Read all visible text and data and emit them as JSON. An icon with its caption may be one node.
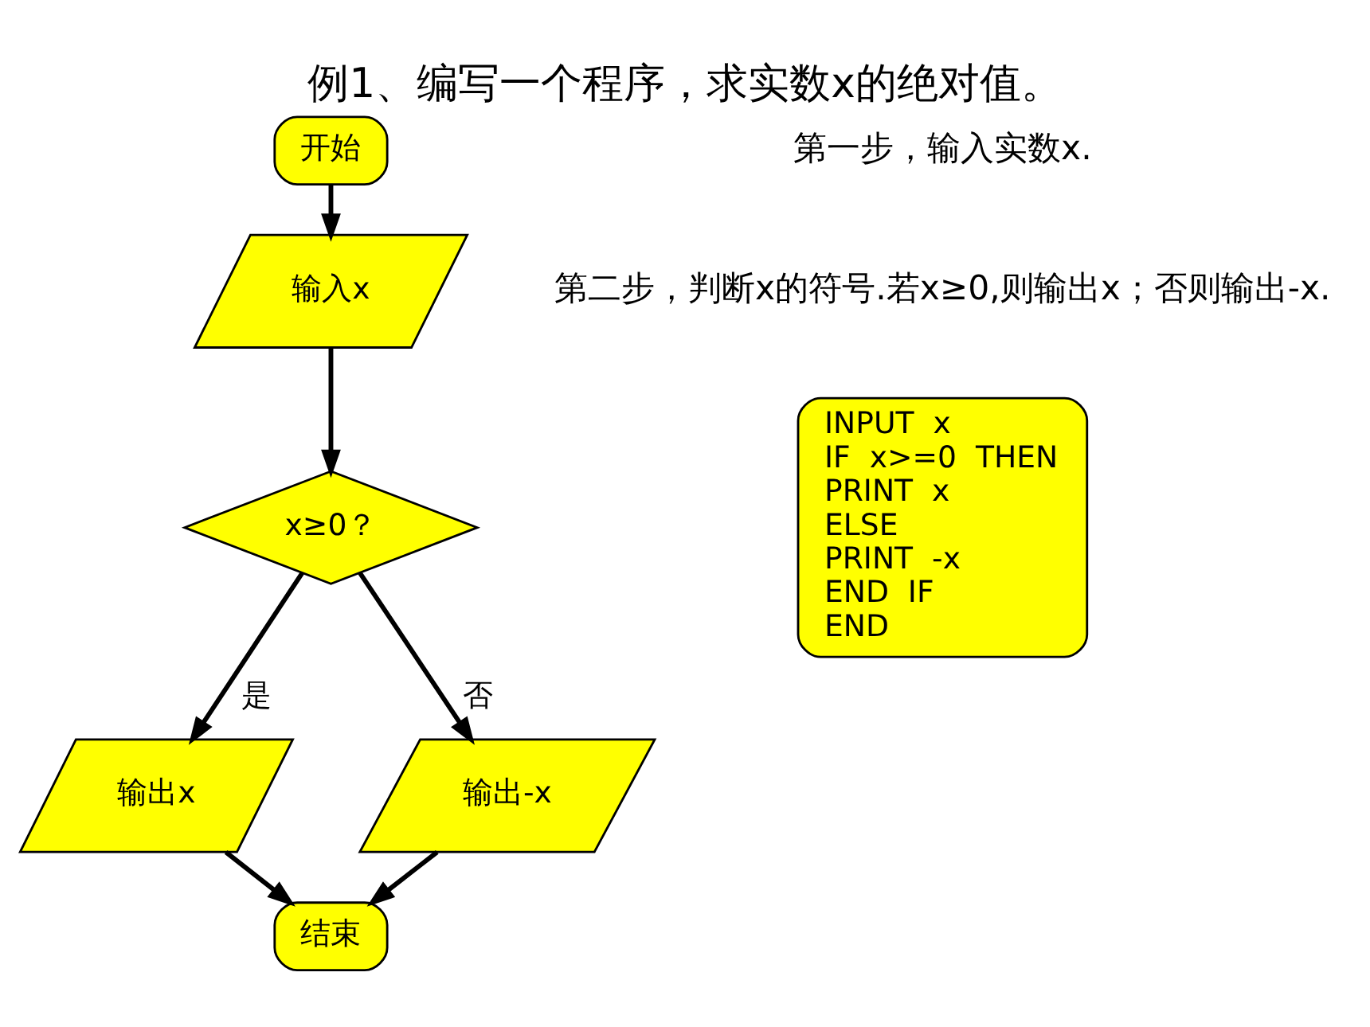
{
  "diagram": {
    "title": "例1、编写一个程序，求实数x的绝对值。",
    "nodes": [
      {
        "text": [
          "开始"
        ]
      },
      {
        "text": [
          "输入x"
        ]
      },
      {
        "text": [
          "x≥0？"
        ]
      },
      {
        "text": [
          "输出x"
        ]
      },
      {
        "text": [
          "输出-x"
        ]
      },
      {
        "text": [
          "结束"
        ]
      },
      {
        "text": [
          "INPUT  x",
          "IF  x>=0  THEN",
          "PRINT  x",
          "ELSE",
          "PRINT  -x",
          "END  IF",
          "END"
        ]
      }
    ],
    "edges": [
      {
        "from": 0,
        "to": 1,
        "arrow": "to"
      },
      {
        "from": 1,
        "to": 2,
        "arrow": "to"
      },
      {
        "from": 2,
        "to": 3,
        "arrow": "to",
        "label": "是"
      },
      {
        "from": 2,
        "to": 4,
        "arrow": "to",
        "label": "否"
      },
      {
        "from": 3,
        "to": 5,
        "arrow": "to"
      },
      {
        "from": 4,
        "to": 5,
        "arrow": "to"
      }
    ],
    "labels": [
      "第一步，输入实数x.",
      "第二步，判断x的符号.若x≥0,则输出x；否则输出-x."
    ]
  }
}
